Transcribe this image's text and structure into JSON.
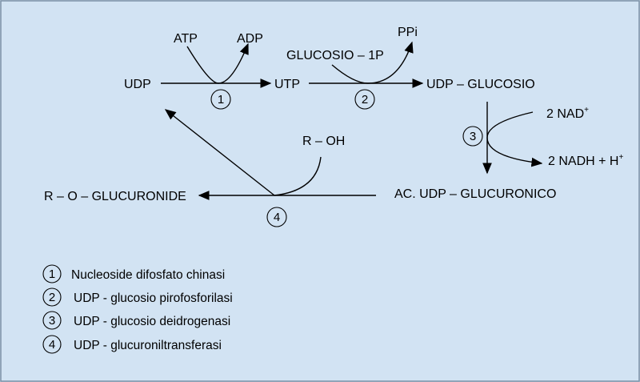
{
  "colors": {
    "background": "#d2e3f3",
    "ink": "#000000"
  },
  "nodes": {
    "udp": "UDP",
    "utp": "UTP",
    "udp_glucosio": "UDP – GLUCOSIO",
    "atp": "ATP",
    "adp": "ADP",
    "glucosio_1p": "GLUCOSIO – 1P",
    "ppi": "PPi",
    "nad": "2 NAD",
    "nad_sup": "+",
    "nadh": "2 NADH + H",
    "nadh_sup": "+",
    "ac_udp_glucuronico": "AC. UDP – GLUCURONICO",
    "r_oh": "R – OH",
    "r_o_glucuronide": "R – O – GLUCURONIDE"
  },
  "steps": [
    "1",
    "2",
    "3",
    "4"
  ],
  "legend": [
    {
      "num": "1",
      "text": "Nucleoside difosfato chinasi"
    },
    {
      "num": "2",
      "text": "UDP - glucosio pirofosforilasi"
    },
    {
      "num": "3",
      "text": "UDP - glucosio deidrogenasi"
    },
    {
      "num": "4",
      "text": "UDP - glucuroniltransferasi"
    }
  ]
}
